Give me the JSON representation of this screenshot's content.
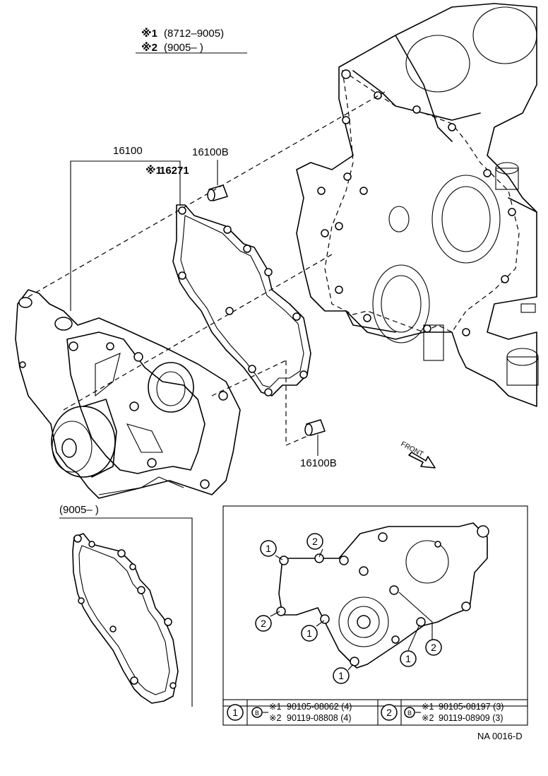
{
  "legend": {
    "row1_mark": "※1",
    "row1_range": "(8712–9005)",
    "row2_mark": "※2",
    "row2_range": "(9005–         )"
  },
  "parts": {
    "water_pump_assy": "16100",
    "pin": "16100B",
    "gasket": "16271",
    "gasket_mark": "※1",
    "pin_lower": "16100B"
  },
  "inset_left": {
    "range": "(9005–         )"
  },
  "inset_right": {
    "callout_1": "1",
    "callout_2": "2"
  },
  "bolt_table": {
    "group1_circle": "1",
    "group1_b": "B",
    "group1_line1_mark": "※1",
    "group1_line1_part": "90105-08062 (4)",
    "group1_line2_mark": "※2",
    "group1_line2_part": "90119-08808 (4)",
    "group2_circle": "2",
    "group2_b": "B",
    "group2_line1_mark": "※1",
    "group2_line1_part": "90105-08197 (3)",
    "group2_line2_mark": "※2",
    "group2_line2_part": "90119-08909 (3)"
  },
  "front_label": "FRONT",
  "figure_code": "NA 0016-D"
}
